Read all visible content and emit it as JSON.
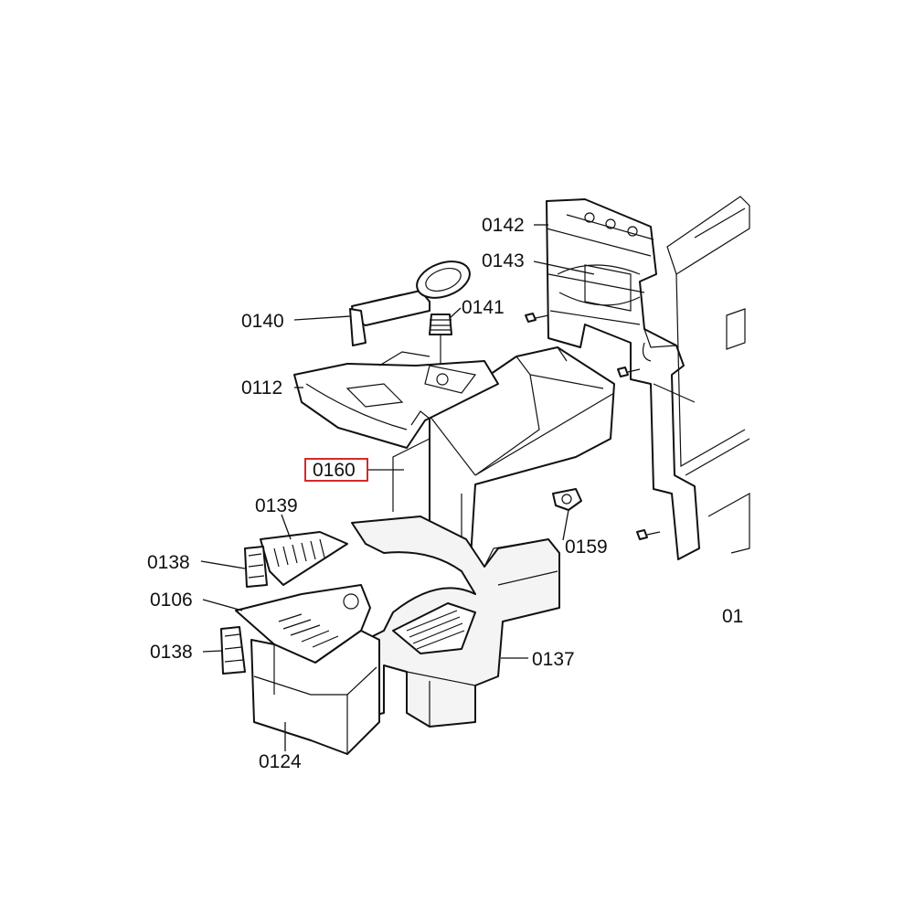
{
  "labels": {
    "l0142": "0142",
    "l0143": "0143",
    "l0140": "0140",
    "l0141": "0141",
    "l0112": "0112",
    "l0160": "0160",
    "l0139": "0139",
    "l0159": "0159",
    "l0138_upper": "0138",
    "l0106": "0106",
    "l0138_lower": "0138",
    "l0137": "0137",
    "l0124": "0124",
    "l_partial": "01"
  },
  "colors": {
    "highlight": "#d42a2a",
    "line": "#111111",
    "background": "#ffffff"
  }
}
